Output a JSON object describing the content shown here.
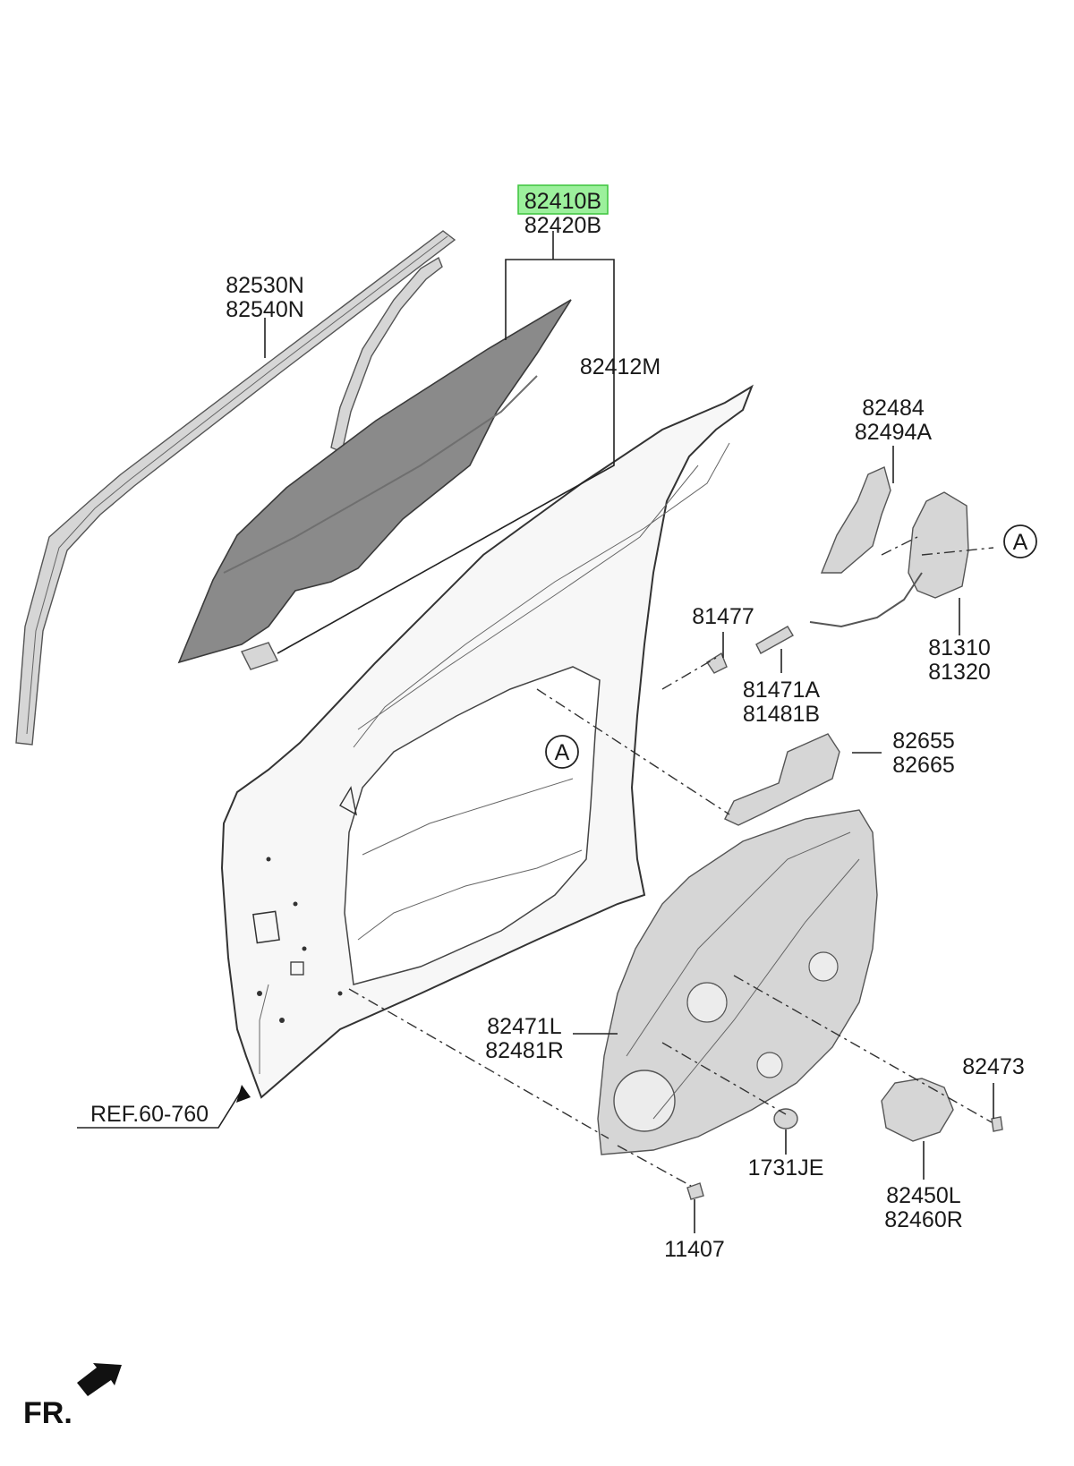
{
  "labels": {
    "glass_part_a": "82410B",
    "glass_part_b": "82420B",
    "glass_sub": "82412M",
    "moulding_a": "82530N",
    "moulding_b": "82540N",
    "bracket_a": "82484",
    "bracket_b": "82494A",
    "latch_a": "81310",
    "latch_b": "81320",
    "striker_bolt": "81477",
    "rod_a": "81471A",
    "rod_b": "81481B",
    "handle_a": "82655",
    "handle_b": "82665",
    "module_a": "82471L",
    "module_b": "82481R",
    "ref": "REF.60-760",
    "screw": "82473",
    "plug": "1731JE",
    "motor_a": "82450L",
    "motor_b": "82460R",
    "bolt": "11407",
    "callout_a": "A",
    "front_marker": "FR."
  },
  "highlight": {
    "part": "82410B",
    "color": "#9cf09c"
  }
}
